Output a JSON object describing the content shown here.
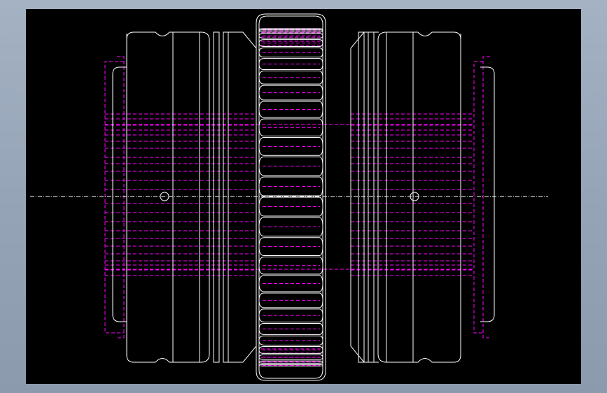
{
  "viewport": {
    "background": "#000000",
    "outline_color": "#ffffff",
    "hidden_line_color": "#ff00ff",
    "centerline_color": "#ffffff"
  },
  "drawing": {
    "kind": "gear coupling drawing",
    "views": [
      "left-hub",
      "left-flange",
      "center-gear-sleeve",
      "right-flange",
      "right-hub"
    ],
    "gear_teeth_visible": 26,
    "hidden_lines": "dashed",
    "centerline": "dash-dot"
  }
}
